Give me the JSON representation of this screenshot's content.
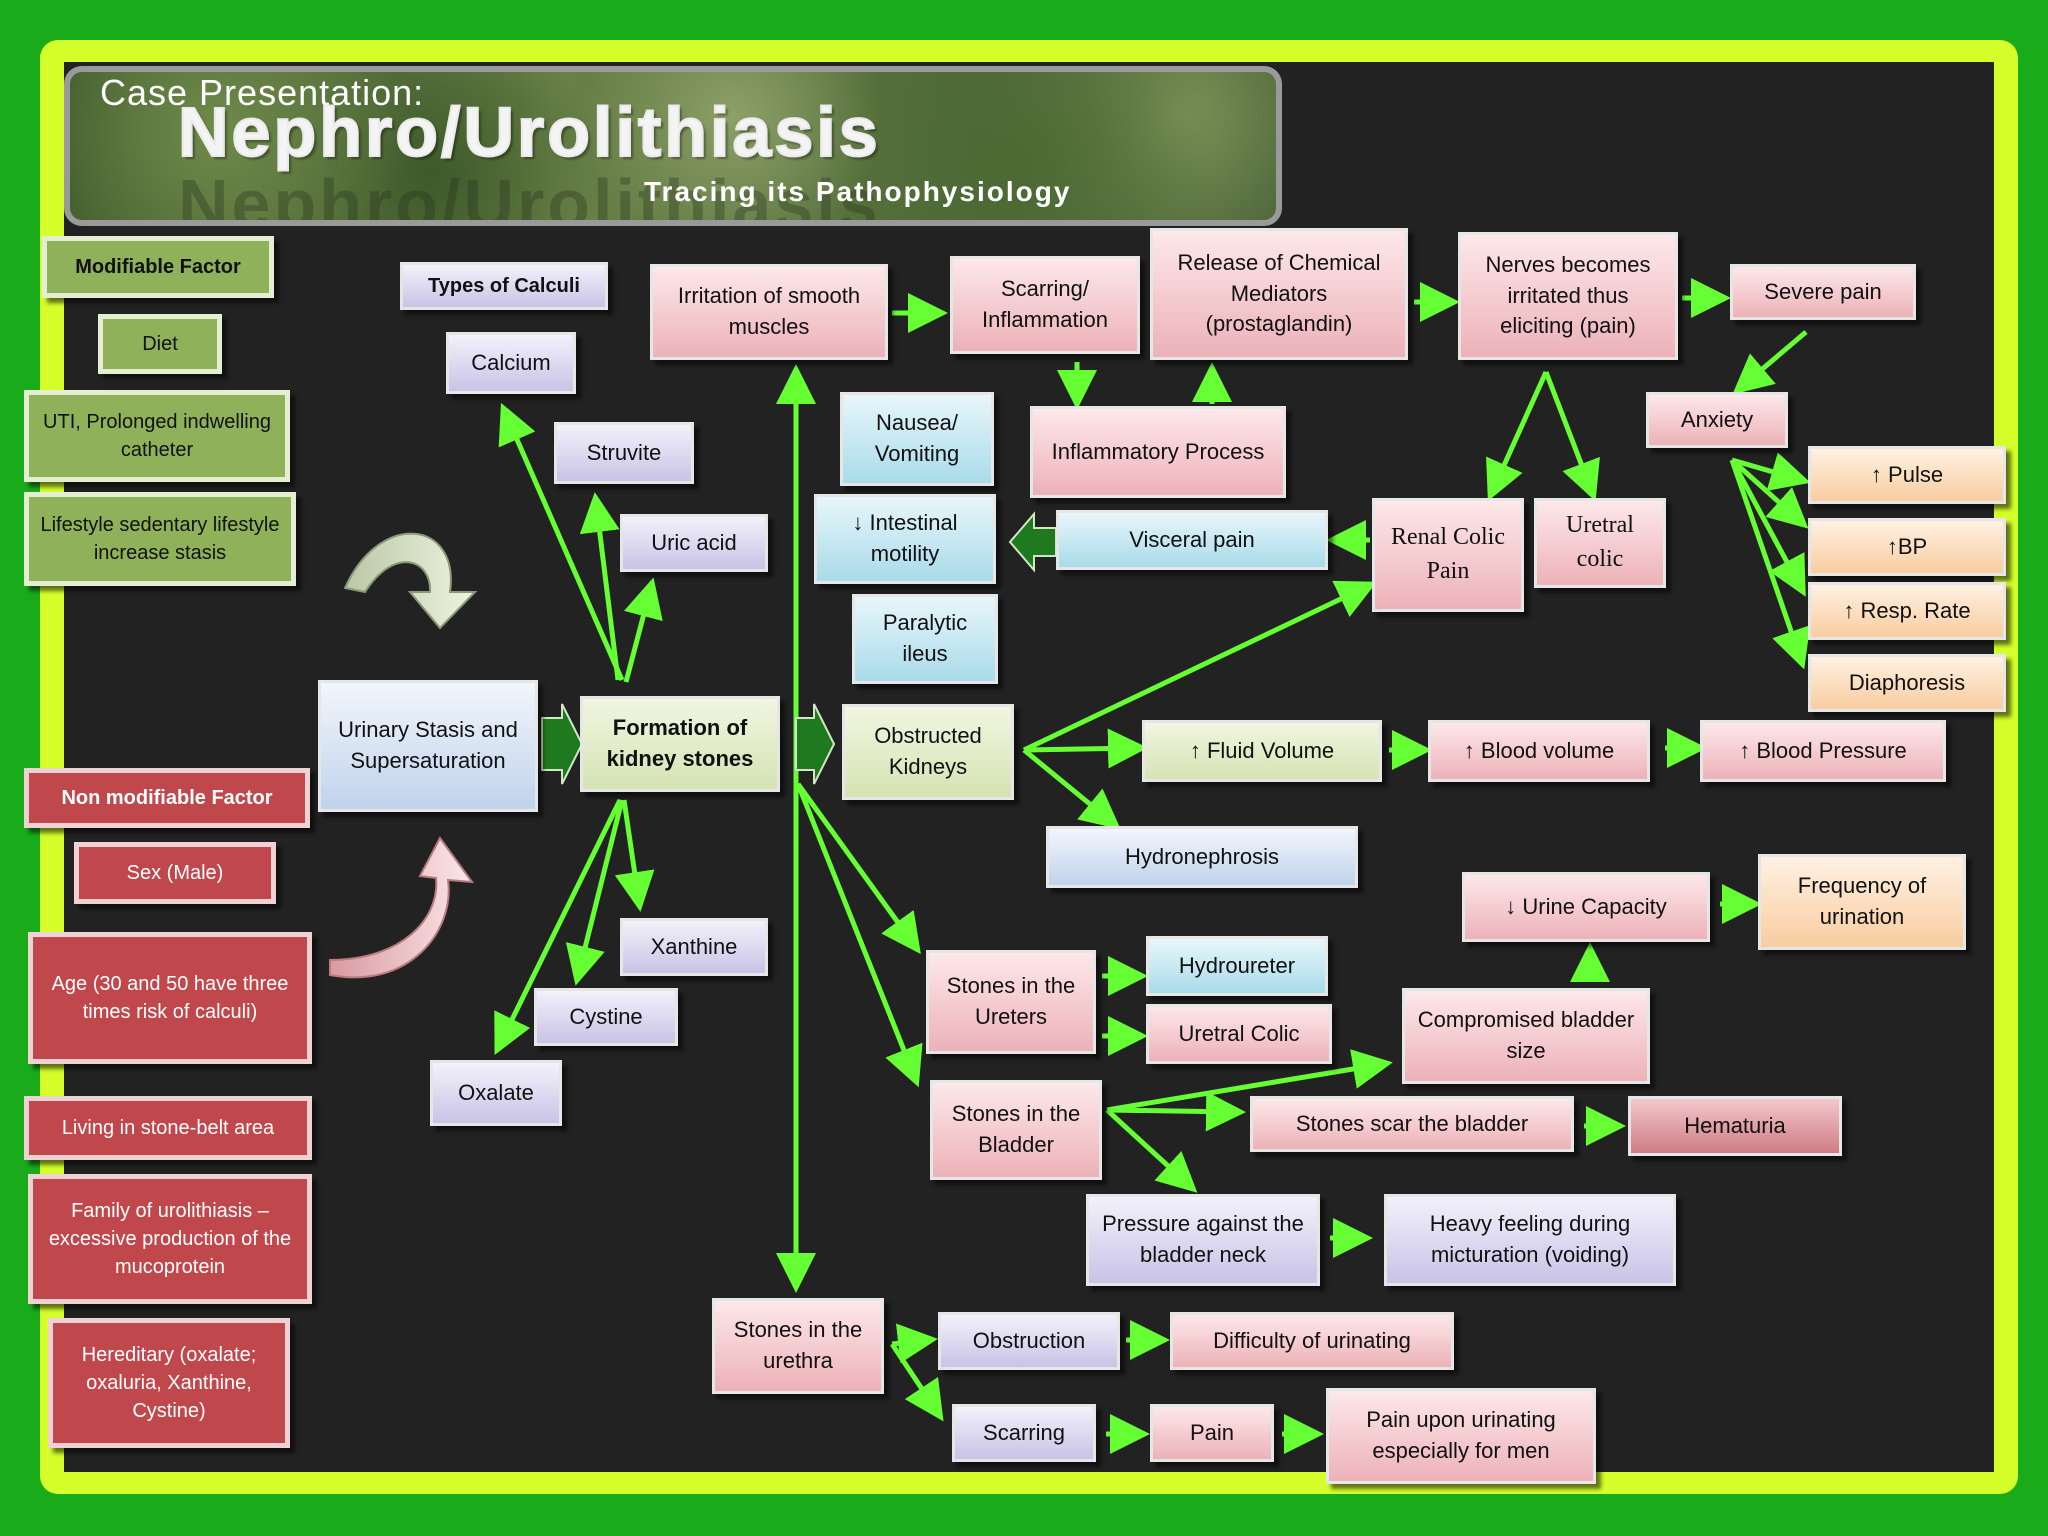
{
  "banner": {
    "pre": "Case Presentation:",
    "title": "Nephro/Urolithiasis",
    "subtitle": "Tracing its Pathophysiology"
  },
  "modifiable": {
    "header": "Modifiable Factor",
    "diet": "Diet",
    "uti": "UTI, Prolonged indwelling catheter",
    "lifestyle": "Lifestyle sedentary lifestyle increase stasis"
  },
  "nonmodifiable": {
    "header": "Non modifiable Factor",
    "sex": "Sex (Male)",
    "age": "Age (30 and 50 have three times risk of calculi)",
    "living": "Living in stone-belt area",
    "family": "Family of urolithiasis – excessive production of the mucoprotein",
    "hereditary": "Hereditary (oxalate; oxaluria, Xanthine, Cystine)"
  },
  "calculi": {
    "header": "Types of Calculi",
    "calcium": "Calcium",
    "struvite": "Struvite",
    "uric": "Uric acid",
    "xanthine": "Xanthine",
    "cystine": "Cystine",
    "oxalate": "Oxalate"
  },
  "nodes": {
    "stasis": "Urinary Stasis and Supersaturation",
    "formation": "Formation of kidney stones",
    "irritation": "Irritation of smooth muscles",
    "scarring_infl": "Scarring/ Inflammation",
    "release": "Release of Chemical Mediators (prostaglandin)",
    "nerves": "Nerves becomes irritated thus eliciting (pain)",
    "severe_pain": "Severe pain",
    "inflammatory": "Inflammatory Process",
    "nausea": "Nausea/ Vomiting",
    "intestinal": "↓ Intestinal motility",
    "paralytic": "Paralytic ileus",
    "visceral": "Visceral pain",
    "renal_colic": "Renal Colic Pain",
    "uretral_colic_top": "Uretral colic",
    "anxiety": "Anxiety",
    "pulse": "↑ Pulse",
    "bp": "↑BP",
    "resp": "↑ Resp. Rate",
    "diaphoresis": "Diaphoresis",
    "obstructed": "Obstructed Kidneys",
    "fluid": "↑ Fluid Volume",
    "blood_volume": "↑ Blood volume",
    "blood_pressure": "↑ Blood Pressure",
    "hydronephrosis": "Hydronephrosis",
    "urine_capacity": "↓ Urine Capacity",
    "frequency": "Frequency of urination",
    "ureters": "Stones in the Ureters",
    "hydroureter": "Hydroureter",
    "uretral_colic": "Uretral Colic",
    "compromised": "Compromised bladder size",
    "bladder": "Stones in the Bladder",
    "scar_bladder": "Stones scar the bladder",
    "hematuria": "Hematuria",
    "pressure": "Pressure against the bladder neck",
    "heavy": "Heavy feeling during micturation (voiding)",
    "urethra": "Stones in the urethra",
    "obstruction": "Obstruction",
    "difficulty": "Difficulty of urinating",
    "scarring": "Scarring",
    "pain": "Pain",
    "pain_men": "Pain upon urinating especially for men"
  },
  "colors": {
    "arrow": "#66ff33",
    "background": "#222222",
    "frame": "#d4ff2a",
    "outer": "#1aab1a"
  }
}
